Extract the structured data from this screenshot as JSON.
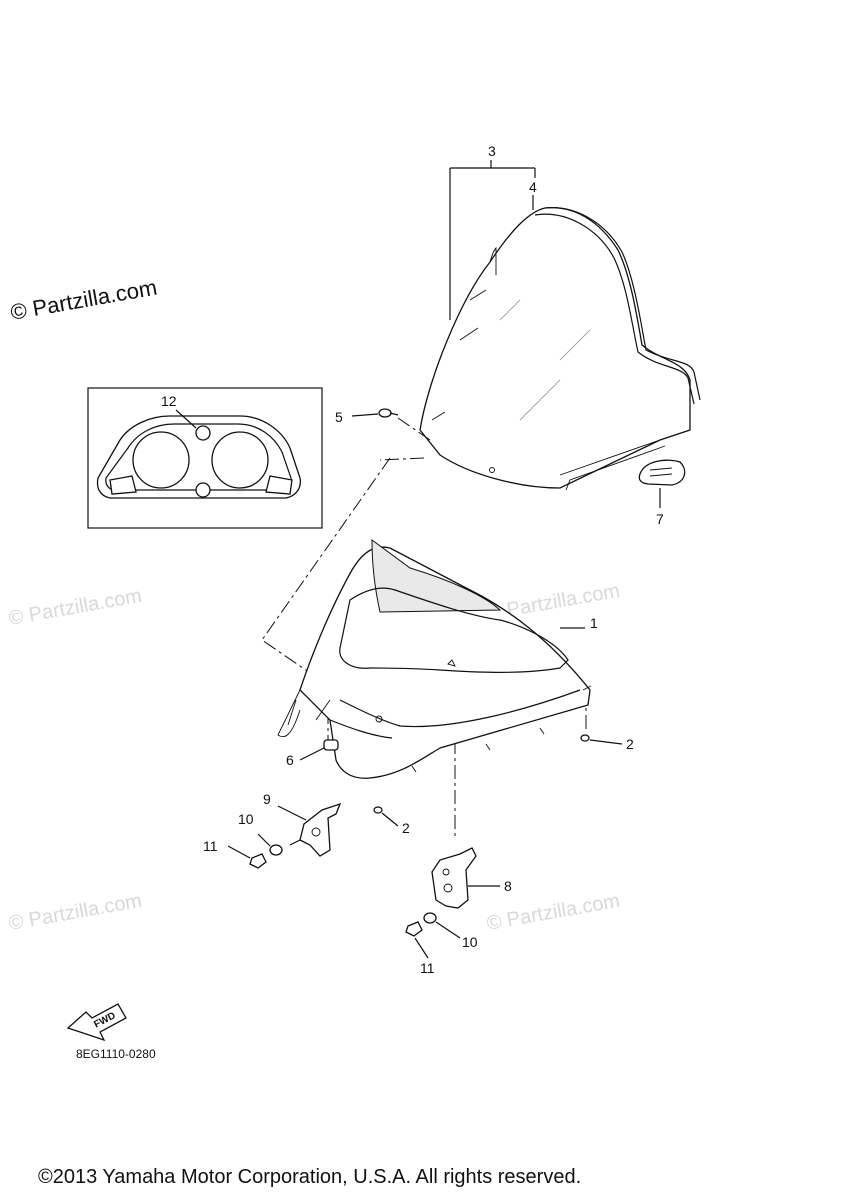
{
  "watermark_text": "© Partzilla.com",
  "watermark_main_text": "© Partzilla.com",
  "callouts": {
    "c1": "1",
    "c2a": "2",
    "c2b": "2",
    "c3": "3",
    "c4": "4",
    "c5": "5",
    "c6": "6",
    "c7": "7",
    "c8": "8",
    "c9": "9",
    "c10a": "10",
    "c10b": "10",
    "c11a": "11",
    "c11b": "11",
    "c12": "12"
  },
  "fwd_label": "FWD",
  "diagram_code": "8EG1110-0280",
  "copyright": "©2013 Yamaha Motor Corporation, U.S.A. All rights reserved."
}
